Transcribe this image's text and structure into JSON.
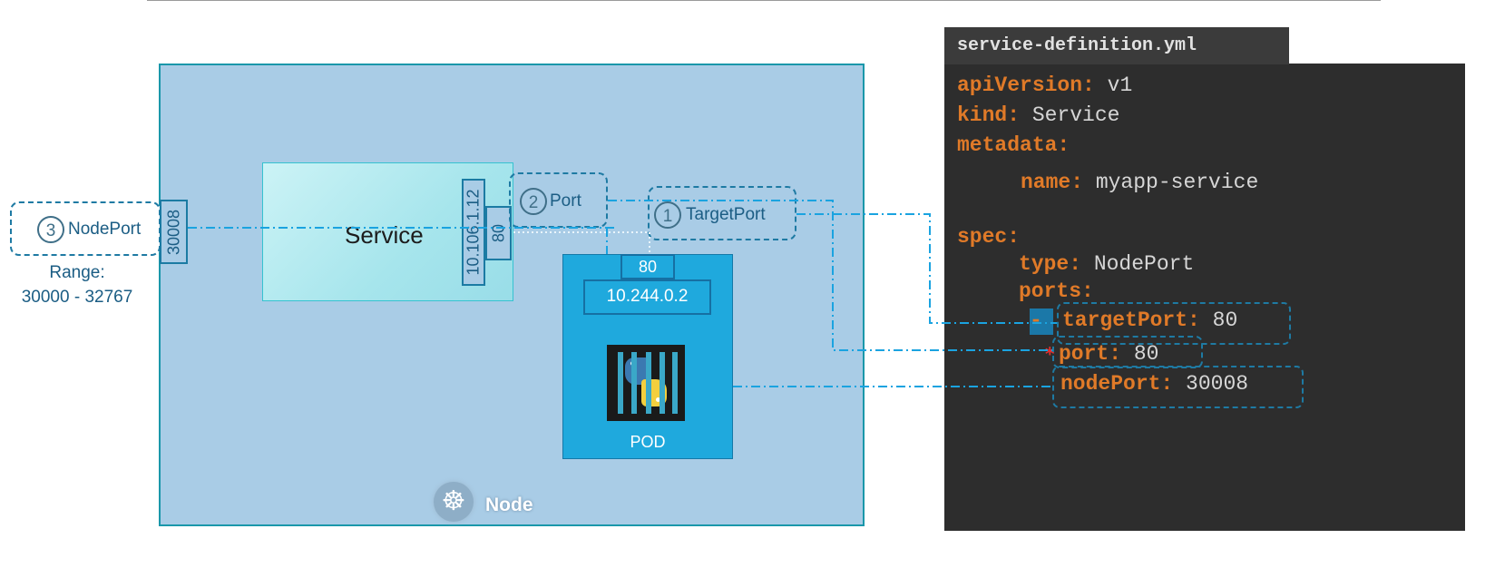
{
  "node": {
    "label": "Node",
    "icon": "kubernetes-helm-icon"
  },
  "service": {
    "label": "Service",
    "cluster_ip": "10.106.1.12",
    "port": "80"
  },
  "nodeport": {
    "number": "3",
    "label": "NodePort",
    "value": "30008",
    "range_label": "Range:",
    "range_value": "30000 - 32767"
  },
  "port_callout": {
    "number": "2",
    "label": "Port"
  },
  "targetport_callout": {
    "number": "1",
    "label": "TargetPort"
  },
  "pod": {
    "label": "POD",
    "port": "80",
    "ip": "10.244.0.2",
    "icon": "python-container-icon"
  },
  "code": {
    "filename": "service-definition.yml",
    "apiVersion_key": "apiVersion:",
    "apiVersion_val": "v1",
    "kind_key": "kind:",
    "kind_val": "Service",
    "metadata_key": "metadata:",
    "name_key": "name:",
    "name_val": "myapp-service",
    "spec_key": "spec:",
    "type_key": "type:",
    "type_val": "NodePort",
    "ports_key": "ports:",
    "dash": "-",
    "targetPort_key": "targetPort:",
    "targetPort_val": "80",
    "port_key": "port:",
    "port_val": "80",
    "nodePort_key": "nodePort:",
    "nodePort_val": "30008"
  },
  "colors": {
    "node_bg": "#a9cce6",
    "service_bg": "#a6e5ec",
    "pod_bg": "#1fa9dd",
    "code_bg": "#2d2d2d",
    "key_color": "#e07a28",
    "connector": "#1aa3e0"
  }
}
